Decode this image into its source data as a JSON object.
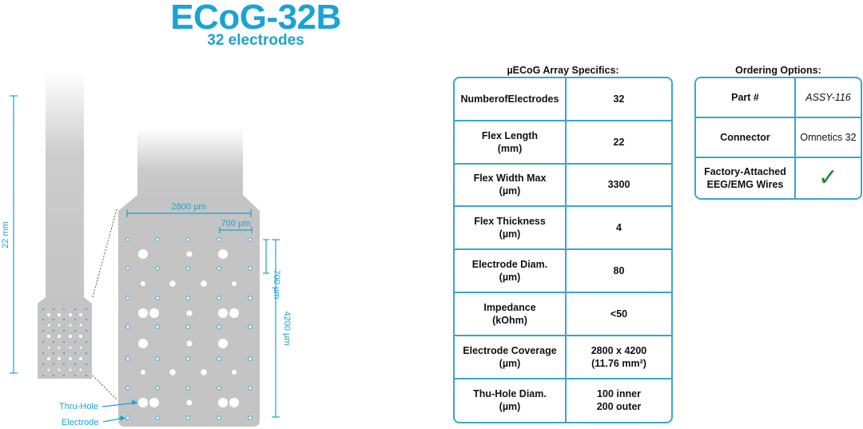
{
  "header": {
    "title": "ECoG-32B",
    "subtitle": "32 electrodes"
  },
  "diagram": {
    "length_label": "22 mm",
    "width_label": "2800 µm",
    "pitch_h_label": "700 µm",
    "pitch_v_label": "700 µm",
    "height_label": "4200 µm",
    "thru_hole_label": "Thru-Hole",
    "electrode_label": "Electrode",
    "accent_color": "#1aa3d4",
    "array_color": "#c4c4c4"
  },
  "specifics": {
    "caption": "µECoG Array Specifics:",
    "rows": [
      {
        "label": "NumberofElectrodes",
        "value": "32"
      },
      {
        "label": "Flex Length\n(mm)",
        "value": "22"
      },
      {
        "label": "Flex Width Max\n(µm)",
        "value": "3300"
      },
      {
        "label": "Flex Thickness\n(µm)",
        "value": "4"
      },
      {
        "label": "Electrode Diam.\n(µm)",
        "value": "80"
      },
      {
        "label": "Impedance\n(kOhm)",
        "value": "<50"
      },
      {
        "label": "Electrode Coverage\n(µm)",
        "value": "2800 x 4200\n(11.76 mm²)"
      },
      {
        "label": "Thu-Hole Diam.\n(µm)",
        "value": "100 inner\n200 outer"
      }
    ]
  },
  "ordering": {
    "caption": "Ordering Options:",
    "rows": [
      {
        "label": "Part #",
        "value": "ASSY-116"
      },
      {
        "label": "Connector",
        "value": "Omnetics 32"
      },
      {
        "label": "Factory-Attached\nEEG/EMG Wires",
        "value": "✓"
      }
    ],
    "check_color": "#1e8a2e"
  }
}
